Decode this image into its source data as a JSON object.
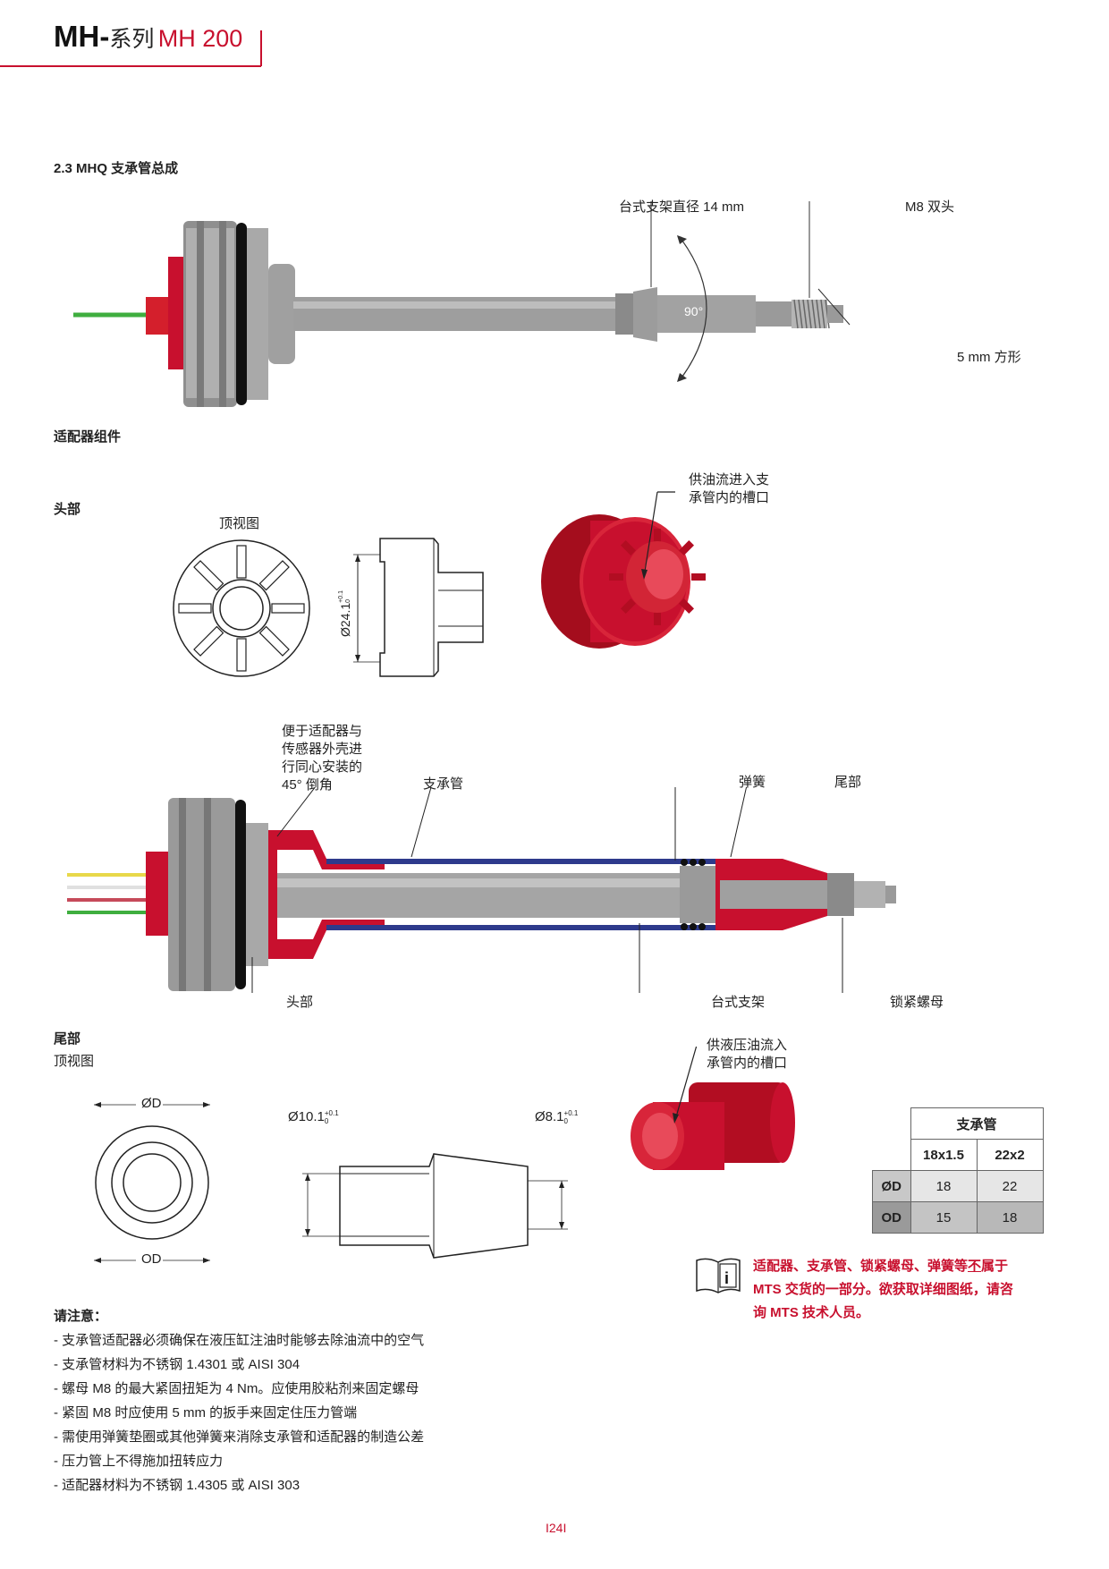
{
  "header": {
    "brand": "MH-",
    "series": "系列",
    "model": "MH 200"
  },
  "section_title": "2.3 MHQ 支承管总成",
  "fig1": {
    "label_bracket_dia": "台式支架直径 14 mm",
    "label_m8": "M8 双头",
    "label_angle": "90°",
    "label_square": "5 mm 方形"
  },
  "adapter_title": "适配器组件",
  "head": {
    "title": "头部",
    "top_view": "顶视图",
    "dim_main": "Ø24.1",
    "dim_tol_upper": "+0.1",
    "dim_tol_lower": "0",
    "callout_line1": "供油流进入支",
    "callout_line2": "承管内的槽口"
  },
  "fig2": {
    "chamfer_line1": "便于适配器与",
    "chamfer_line2": "传感器外壳进",
    "chamfer_line3": "行同心安装的",
    "chamfer_line4": "45° 倒角",
    "label_tube": "支承管",
    "label_spring": "弹簧",
    "label_tail": "尾部",
    "label_head": "头部",
    "label_bracket": "台式支架",
    "label_locknut": "锁紧螺母"
  },
  "tail": {
    "title": "尾部",
    "top_view": "顶视图",
    "dim_od_inner": "ØD",
    "dim_od_outer": "OD",
    "dim_a_main": "Ø10.1",
    "dim_b_main": "Ø8.1",
    "tol_upper": "+0.1",
    "tol_lower": "0",
    "callout_line1": "供液压油流入",
    "callout_line2": "承管内的槽口"
  },
  "spec_table": {
    "title": "支承管",
    "columns": [
      "18x1.5",
      "22x2"
    ],
    "rows": [
      {
        "label": "ØD",
        "values": [
          "18",
          "22"
        ]
      },
      {
        "label": "OD",
        "values": [
          "15",
          "18"
        ]
      }
    ]
  },
  "info": {
    "line1_pre": "适配器、支承管、锁紧螺母、弹簧等",
    "line1_under": "不",
    "line1_post": "属于",
    "line2": "MTS 交货的一部分。欲获取详细图纸，请咨",
    "line3": "询 MTS 技术人员。"
  },
  "notes": {
    "title": "请注意：",
    "items": [
      "- 支承管适配器必须确保在液压缸注油时能够去除油流中的空气",
      "- 支承管材料为不锈钢 1.4301 或 AISI 304",
      "- 螺母 M8 的最大紧固扭矩为 4 Nm。应使用胶粘剂来固定螺母",
      "- 紧固 M8 时应使用 5 mm 的扳手来固定住压力管端",
      "- 需使用弹簧垫圈或其他弹簧来消除支承管和适配器的制造公差",
      "- 压力管上不得施加扭转应力",
      "- 适配器材料为不锈钢 1.4305 或 AISI 303"
    ]
  },
  "page_number": "I24I",
  "colors": {
    "accent_red": "#c8102e",
    "tube_blue": "#2e3a8c",
    "metal_gray": "#9a9a9a"
  }
}
